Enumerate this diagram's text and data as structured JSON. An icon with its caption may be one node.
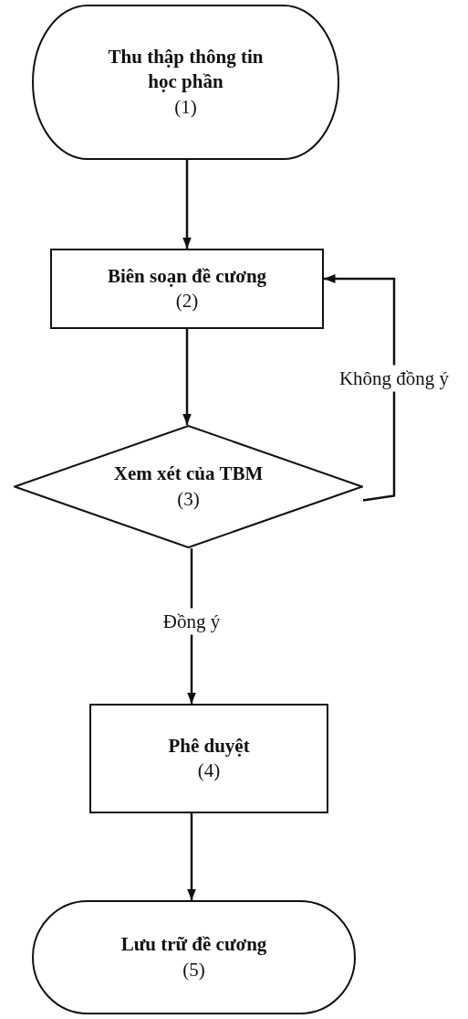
{
  "diagram": {
    "nodes": [
      {
        "text": [
          "Thu thập thông tin học phần",
          "(1)"
        ]
      },
      {
        "text": [
          "Biên soạn đề cương",
          "(2)"
        ]
      },
      {
        "text": [
          "Xem xét của TBM",
          "(3)"
        ]
      },
      {
        "text": [
          "Phê duyệt",
          "(4)"
        ]
      },
      {
        "text": [
          "Lưu trữ đề cương",
          "(5)"
        ]
      }
    ],
    "edges": [
      {
        "from": 0,
        "to": 1,
        "arrow": "to"
      },
      {
        "from": 1,
        "to": 2,
        "arrow": "to"
      },
      {
        "from": 2,
        "to": 3,
        "arrow": "to",
        "label": "Đồng ý"
      },
      {
        "from": 3,
        "to": 4,
        "arrow": "to"
      },
      {
        "from": 2,
        "to": 1,
        "arrow": "to",
        "label": "Không đồng ý"
      }
    ]
  }
}
